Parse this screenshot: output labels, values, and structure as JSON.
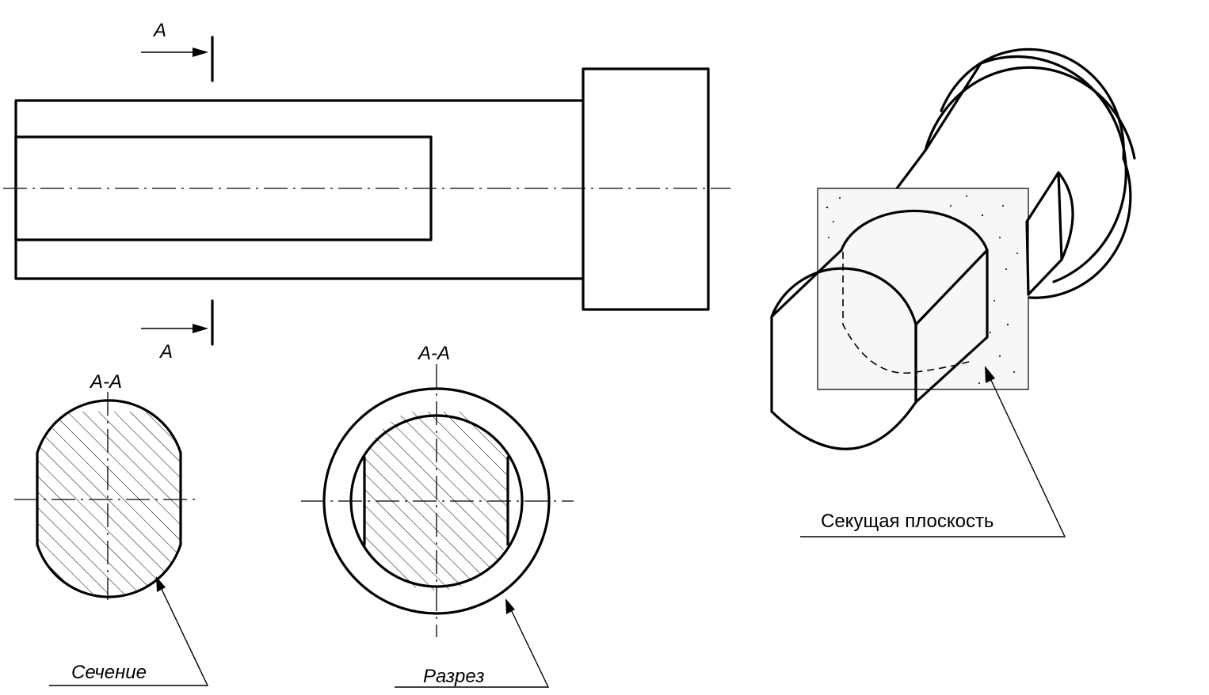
{
  "labels": {
    "cut_top": "A",
    "cut_bottom": "A",
    "section_title": "А-А",
    "cut_view_title": "А-А",
    "section": "Сечение",
    "cut_view": "Разрез",
    "cutting_plane": "Секущая плоскость"
  }
}
